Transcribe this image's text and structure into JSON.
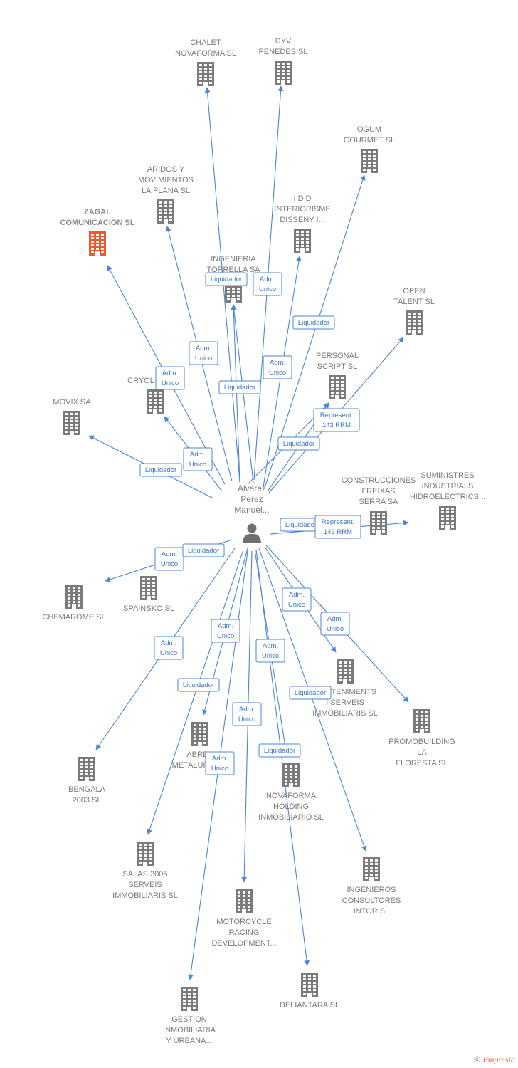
{
  "colors": {
    "edge": "#4a86d6",
    "building": "#7b7b7b",
    "highlight": "#f05a28",
    "label": "#7a7a7a"
  },
  "center": {
    "label": [
      "Alvarez",
      "Perez",
      "Manuel..."
    ],
    "icon": "person-icon"
  },
  "footer": {
    "copyright": "©",
    "brand": "Empresia"
  },
  "nodes": [
    {
      "id": "chalet",
      "label": [
        "CHALET",
        "NOVAFORMA SL"
      ]
    },
    {
      "id": "dyv",
      "label": [
        "DYV",
        "PENEDES SL"
      ]
    },
    {
      "id": "ogum",
      "label": [
        "OGUM",
        "GOURMET SL"
      ]
    },
    {
      "id": "aridos",
      "label": [
        "ARIDOS Y",
        "MOVIMIENTOS",
        "LA PLANA SL"
      ]
    },
    {
      "id": "zagal",
      "label": [
        "ZAGAL",
        "COMUNICACION SL"
      ],
      "highlight": true
    },
    {
      "id": "idd",
      "label": [
        "I D D",
        "INTERIORISME",
        "DISSENY I..."
      ]
    },
    {
      "id": "ingenieria",
      "label": [
        "INGENIERIA",
        "TORRELLA SA"
      ]
    },
    {
      "id": "open",
      "label": [
        "OPEN",
        "TALENT SL"
      ]
    },
    {
      "id": "personal",
      "label": [
        "PERSONAL",
        "SCRIPT SL"
      ]
    },
    {
      "id": "cryol",
      "label": [
        "CRYOL"
      ]
    },
    {
      "id": "movix",
      "label": [
        "MOVIX SA"
      ]
    },
    {
      "id": "construcciones",
      "label": [
        "CONSTRUCCIONES",
        "FREIXAS",
        "SERRA SA"
      ]
    },
    {
      "id": "suministres",
      "label": [
        "SUMINISTRES",
        "INDUSTRIALS",
        "HIDROELECTRICS..."
      ]
    },
    {
      "id": "chemarome",
      "label": [
        "CHEMAROME SL"
      ]
    },
    {
      "id": "spainsko",
      "label": [
        "SPAINSKO SL"
      ]
    },
    {
      "id": "maneniments",
      "label": [
        "MANTENIMENTS",
        "I SERVEIS",
        "IMMOBILIARIS SL"
      ]
    },
    {
      "id": "promobuilding",
      "label": [
        "PROMOBUILDING",
        "LA",
        "FLORESTA SL"
      ]
    },
    {
      "id": "abrev",
      "label": [
        "ABREV",
        "METALURGICA"
      ]
    },
    {
      "id": "bengala",
      "label": [
        "BENGALA",
        "2003 SL"
      ]
    },
    {
      "id": "novaforma",
      "label": [
        "NOVAFORMA",
        "HOLDING",
        "INMOBILIARIO SL"
      ]
    },
    {
      "id": "salas",
      "label": [
        "SALAS 2005",
        "SERVEIS",
        "IMMOBILIARIS SL"
      ]
    },
    {
      "id": "ingenieros",
      "label": [
        "INGENIEROS",
        "CONSULTORES",
        "INTOR SL"
      ]
    },
    {
      "id": "motorcycle",
      "label": [
        "MOTORCYCLE",
        "RACING",
        "DEVELOPMENT..."
      ]
    },
    {
      "id": "deliantara",
      "label": [
        "DELIANTARA SL"
      ]
    },
    {
      "id": "gestion",
      "label": [
        "GESTION",
        "INMOBILIARIA",
        "Y URBANA..."
      ]
    }
  ],
  "edges": [
    {
      "to": "chalet",
      "label": []
    },
    {
      "to": "dyv",
      "label": []
    },
    {
      "to": "ogum",
      "label": [
        "Liquidador"
      ]
    },
    {
      "to": "aridos",
      "label": [
        "Adm.",
        "Unico"
      ]
    },
    {
      "to": "zagal",
      "label": [
        "Adm.",
        "Unico"
      ]
    },
    {
      "to": "idd",
      "label": [
        "Adm.",
        "Unico"
      ]
    },
    {
      "to": "ingenieria",
      "label": [
        "Liquidador"
      ]
    },
    {
      "to": "open",
      "label": [
        "Liquidador"
      ]
    },
    {
      "to": "personal",
      "label": [
        "Represent.",
        "143 RRM"
      ]
    },
    {
      "to": "cryol",
      "label": [
        "Adm.",
        "Unico"
      ]
    },
    {
      "to": "movix",
      "label": [
        "Liquidador"
      ]
    },
    {
      "to": "construcciones",
      "label": [
        "Liquidador"
      ]
    },
    {
      "to": "suministres",
      "label": [
        "Represent.",
        "143 RRM"
      ]
    },
    {
      "to": "chemarome",
      "label": [
        "Adm.",
        "Unico"
      ]
    },
    {
      "to": "spainsko",
      "label": [
        "Liquidador"
      ]
    },
    {
      "to": "maneniments",
      "label": [
        "Adm.",
        "Unico"
      ]
    },
    {
      "to": "promobuilding",
      "label": [
        "Adm.",
        "Unico"
      ]
    },
    {
      "to": "abrev",
      "label": [
        "Adm.",
        "Unico"
      ]
    },
    {
      "to": "bengala",
      "label": [
        "Adm.",
        "Unico"
      ]
    },
    {
      "to": "novaforma",
      "label": [
        "Liquidador"
      ]
    },
    {
      "to": "salas",
      "label": [
        "Liquidador"
      ]
    },
    {
      "to": "ingenieros",
      "label": [
        "Liquidador"
      ]
    },
    {
      "to": "motorcycle",
      "label": [
        "Adm.",
        "Unico"
      ]
    },
    {
      "to": "deliantara",
      "label": [
        "Adm.",
        "Unico"
      ]
    },
    {
      "to": "gestion",
      "label": [
        "Adm.",
        "Unico"
      ]
    },
    {
      "to": "ingenieria",
      "label": [
        "Adm.",
        "Unico"
      ]
    },
    {
      "to": "personal",
      "label": [
        "Liquidador"
      ]
    }
  ]
}
